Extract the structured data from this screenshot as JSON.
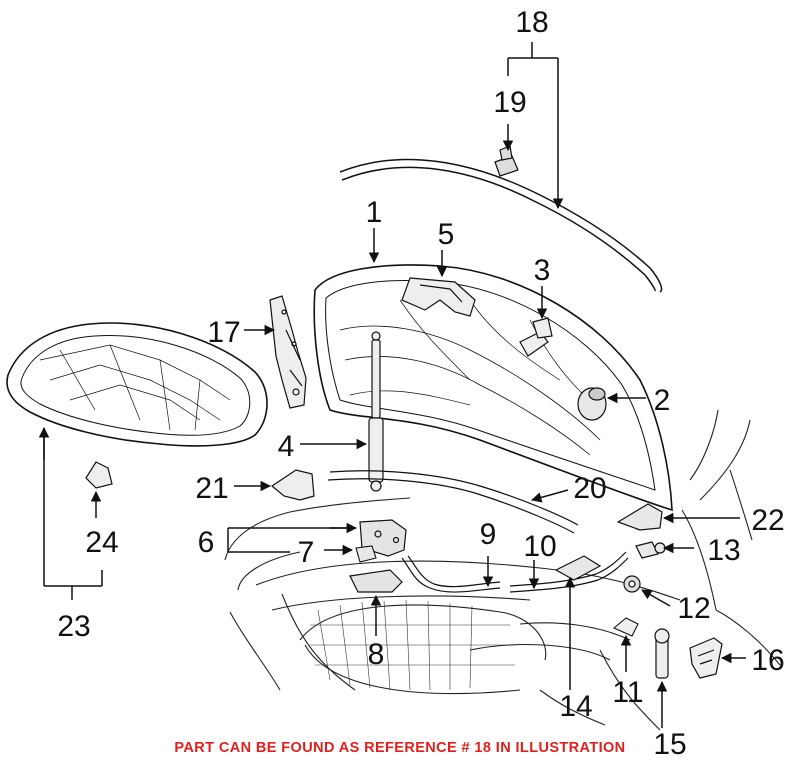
{
  "diagram": {
    "labels": {
      "r1": "1",
      "r2": "2",
      "r3": "3",
      "r4": "4",
      "r5": "5",
      "r6": "6",
      "r7": "7",
      "r8": "8",
      "r9": "9",
      "r10": "10",
      "r11": "11",
      "r12": "12",
      "r13": "13",
      "r14": "14",
      "r15": "15",
      "r16": "16",
      "r17": "17",
      "r18": "18",
      "r19": "19",
      "r20": "20",
      "r21": "21",
      "r22": "22",
      "r23": "23",
      "r24": "24"
    },
    "caption": "PART CAN BE FOUND AS REFERENCE # 18 IN ILLUSTRATION",
    "colors": {
      "line": "#111111",
      "caption": "#e0201c",
      "background": "#ffffff"
    }
  }
}
